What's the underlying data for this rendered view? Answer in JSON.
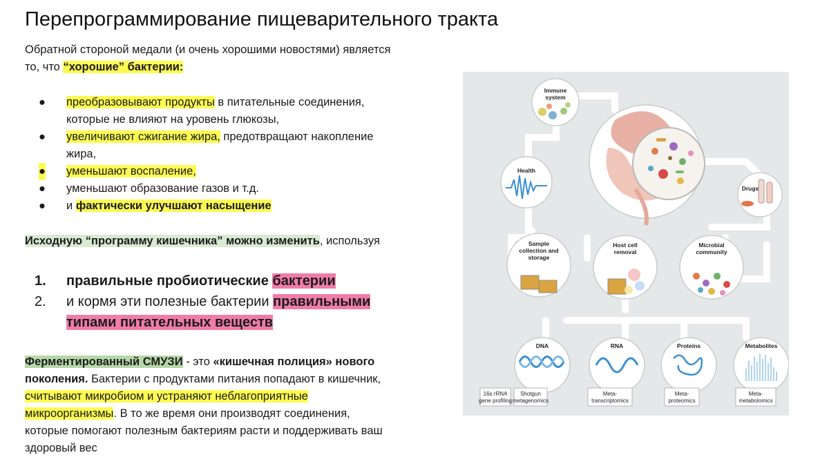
{
  "title": "Перепрограммирование пищеварительного тракта",
  "intro": {
    "line1": "Обратной стороной медали (и очень хорошими новостями) является",
    "line2_prefix": "то, что ",
    "line2_hl": "“хорошие” бактерии:"
  },
  "bullets": [
    {
      "hl": "преобразовывают продукты",
      "rest": " в питательные соединения,",
      "cont": "которые не влияют на уровень глюкозы,"
    },
    {
      "hl": "увеличивают сжигание жира,",
      "rest": " предотвращают накопление",
      "cont": "жира,"
    },
    {
      "hl": "уменьшают воспаление,"
    },
    {
      "plain": "уменьшают образование газов и т.д."
    },
    {
      "prefix": "и ",
      "hl": "фактически улучшают насыщение"
    }
  ],
  "bullet_marker": "●",
  "program": {
    "hl": "Исходную “программу кишечника” можно изменить",
    "rest": ", используя"
  },
  "steps": [
    {
      "num": "1.",
      "plain": "правильные пробиотические ",
      "hl": "бактерии"
    },
    {
      "num": "2.",
      "plain": "и кормя эти полезные бактерии ",
      "hl1": "правильными",
      "hl2": "типами питательных веществ"
    }
  ],
  "smoothie": {
    "hl": "Ферментированный СМУЗИ",
    "dash": " - это ",
    "bold1": "«кишечная полиция» нового",
    "bold2": "поколения.",
    "rest2": " Бактерии с продуктами питания попадают в кишечник,",
    "hl3": "считывают микробиом и устраняют неблагоприятные",
    "hl4": "микроорганизмы",
    "rest4": ". В то же время они производят соединения,",
    "line5": "которые помогают полезным бактериям расти и поддерживать ваш",
    "line6": "здоровый вес"
  },
  "figure": {
    "immune": [
      "Immune",
      "system"
    ],
    "health": "Health",
    "drugs": "Drugs",
    "sample": [
      "Sample",
      "collection and",
      "storage"
    ],
    "hostcell": [
      "Host cell",
      "removal"
    ],
    "microbial": [
      "Microbial",
      "community"
    ],
    "dna": "DNA",
    "rna": "RNA",
    "proteins": "Proteins",
    "metabolites": "Metabolites",
    "tag16s": [
      "16s rRNA",
      "gene profiling"
    ],
    "tagshotgun": [
      "Shotgun",
      "metagenomics"
    ],
    "tagtrans": [
      "Meta-",
      "transcriptomics"
    ],
    "tagprot": [
      "Meta-",
      "proteomics"
    ],
    "tagmetab": [
      "Meta-",
      "metabolomics"
    ]
  }
}
